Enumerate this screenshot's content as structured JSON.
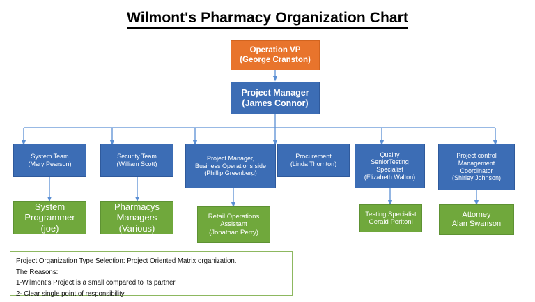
{
  "title": "Wilmont's Pharmacy Organization Chart",
  "colors": {
    "orange": "#E8742C",
    "blue": "#3C6DB5",
    "green": "#70A83C",
    "connector": "#5B8FD4",
    "footnote_border": "#8DB860",
    "background": "#FFFFFF",
    "title_text": "#000000",
    "node_text": "#FFFFFF"
  },
  "nodes": {
    "operation_vp": {
      "role": "Operation VP",
      "person": "(George Cranston)",
      "color": "orange"
    },
    "project_manager": {
      "role": "Project Manager",
      "person": "(James Connor)",
      "color": "blue"
    },
    "system_team": {
      "role": "System Team",
      "person": "(Mary Pearson)",
      "color": "blue"
    },
    "security_team": {
      "role": "Security Team",
      "person": "(William Scott)",
      "color": "blue"
    },
    "business_ops_pm": {
      "role_line1": "Project Manager,",
      "role_line2": "Business Operations side",
      "person": "(Phillip Greenberg)",
      "color": "blue"
    },
    "procurement": {
      "role": "Procurement",
      "person": "(Linda Thornton)",
      "color": "blue"
    },
    "quality_specialist": {
      "role_line1": "Quality",
      "role_line2": "SeniorTesting",
      "role_line3": "Specialist",
      "person": "(Elizabeth Walton)",
      "color": "blue"
    },
    "project_control": {
      "role_line1": "Project control",
      "role_line2": "Management",
      "role_line3": "Coordinator",
      "person": "(Shirley Johnson)",
      "color": "blue"
    },
    "system_programmer": {
      "role_line1": "System",
      "role_line2": "Programmer",
      "person": "(joe)",
      "color": "green"
    },
    "pharmacys_managers": {
      "role_line1": "Pharmacys",
      "role_line2": "Managers",
      "person": "(Various)",
      "color": "green"
    },
    "retail_ops_assistant": {
      "role_line1": "Retail Operations",
      "role_line2": "Assistant",
      "person": "(Jonathan Perry)",
      "color": "green"
    },
    "testing_specialist": {
      "role": "Testing Specialist",
      "person": "Gerald Peritoni",
      "color": "green"
    },
    "attorney": {
      "role": "Attorney",
      "person": "Alan Swanson",
      "color": "green"
    }
  },
  "footnote": {
    "line1": "Project Organization Type Selection: Project Oriented Matrix organization.",
    "line2": "The Reasons:",
    "line3": "1-Wilmont’s Project is a small compared to its partner.",
    "line4": "2- Clear single point of responsibility"
  }
}
